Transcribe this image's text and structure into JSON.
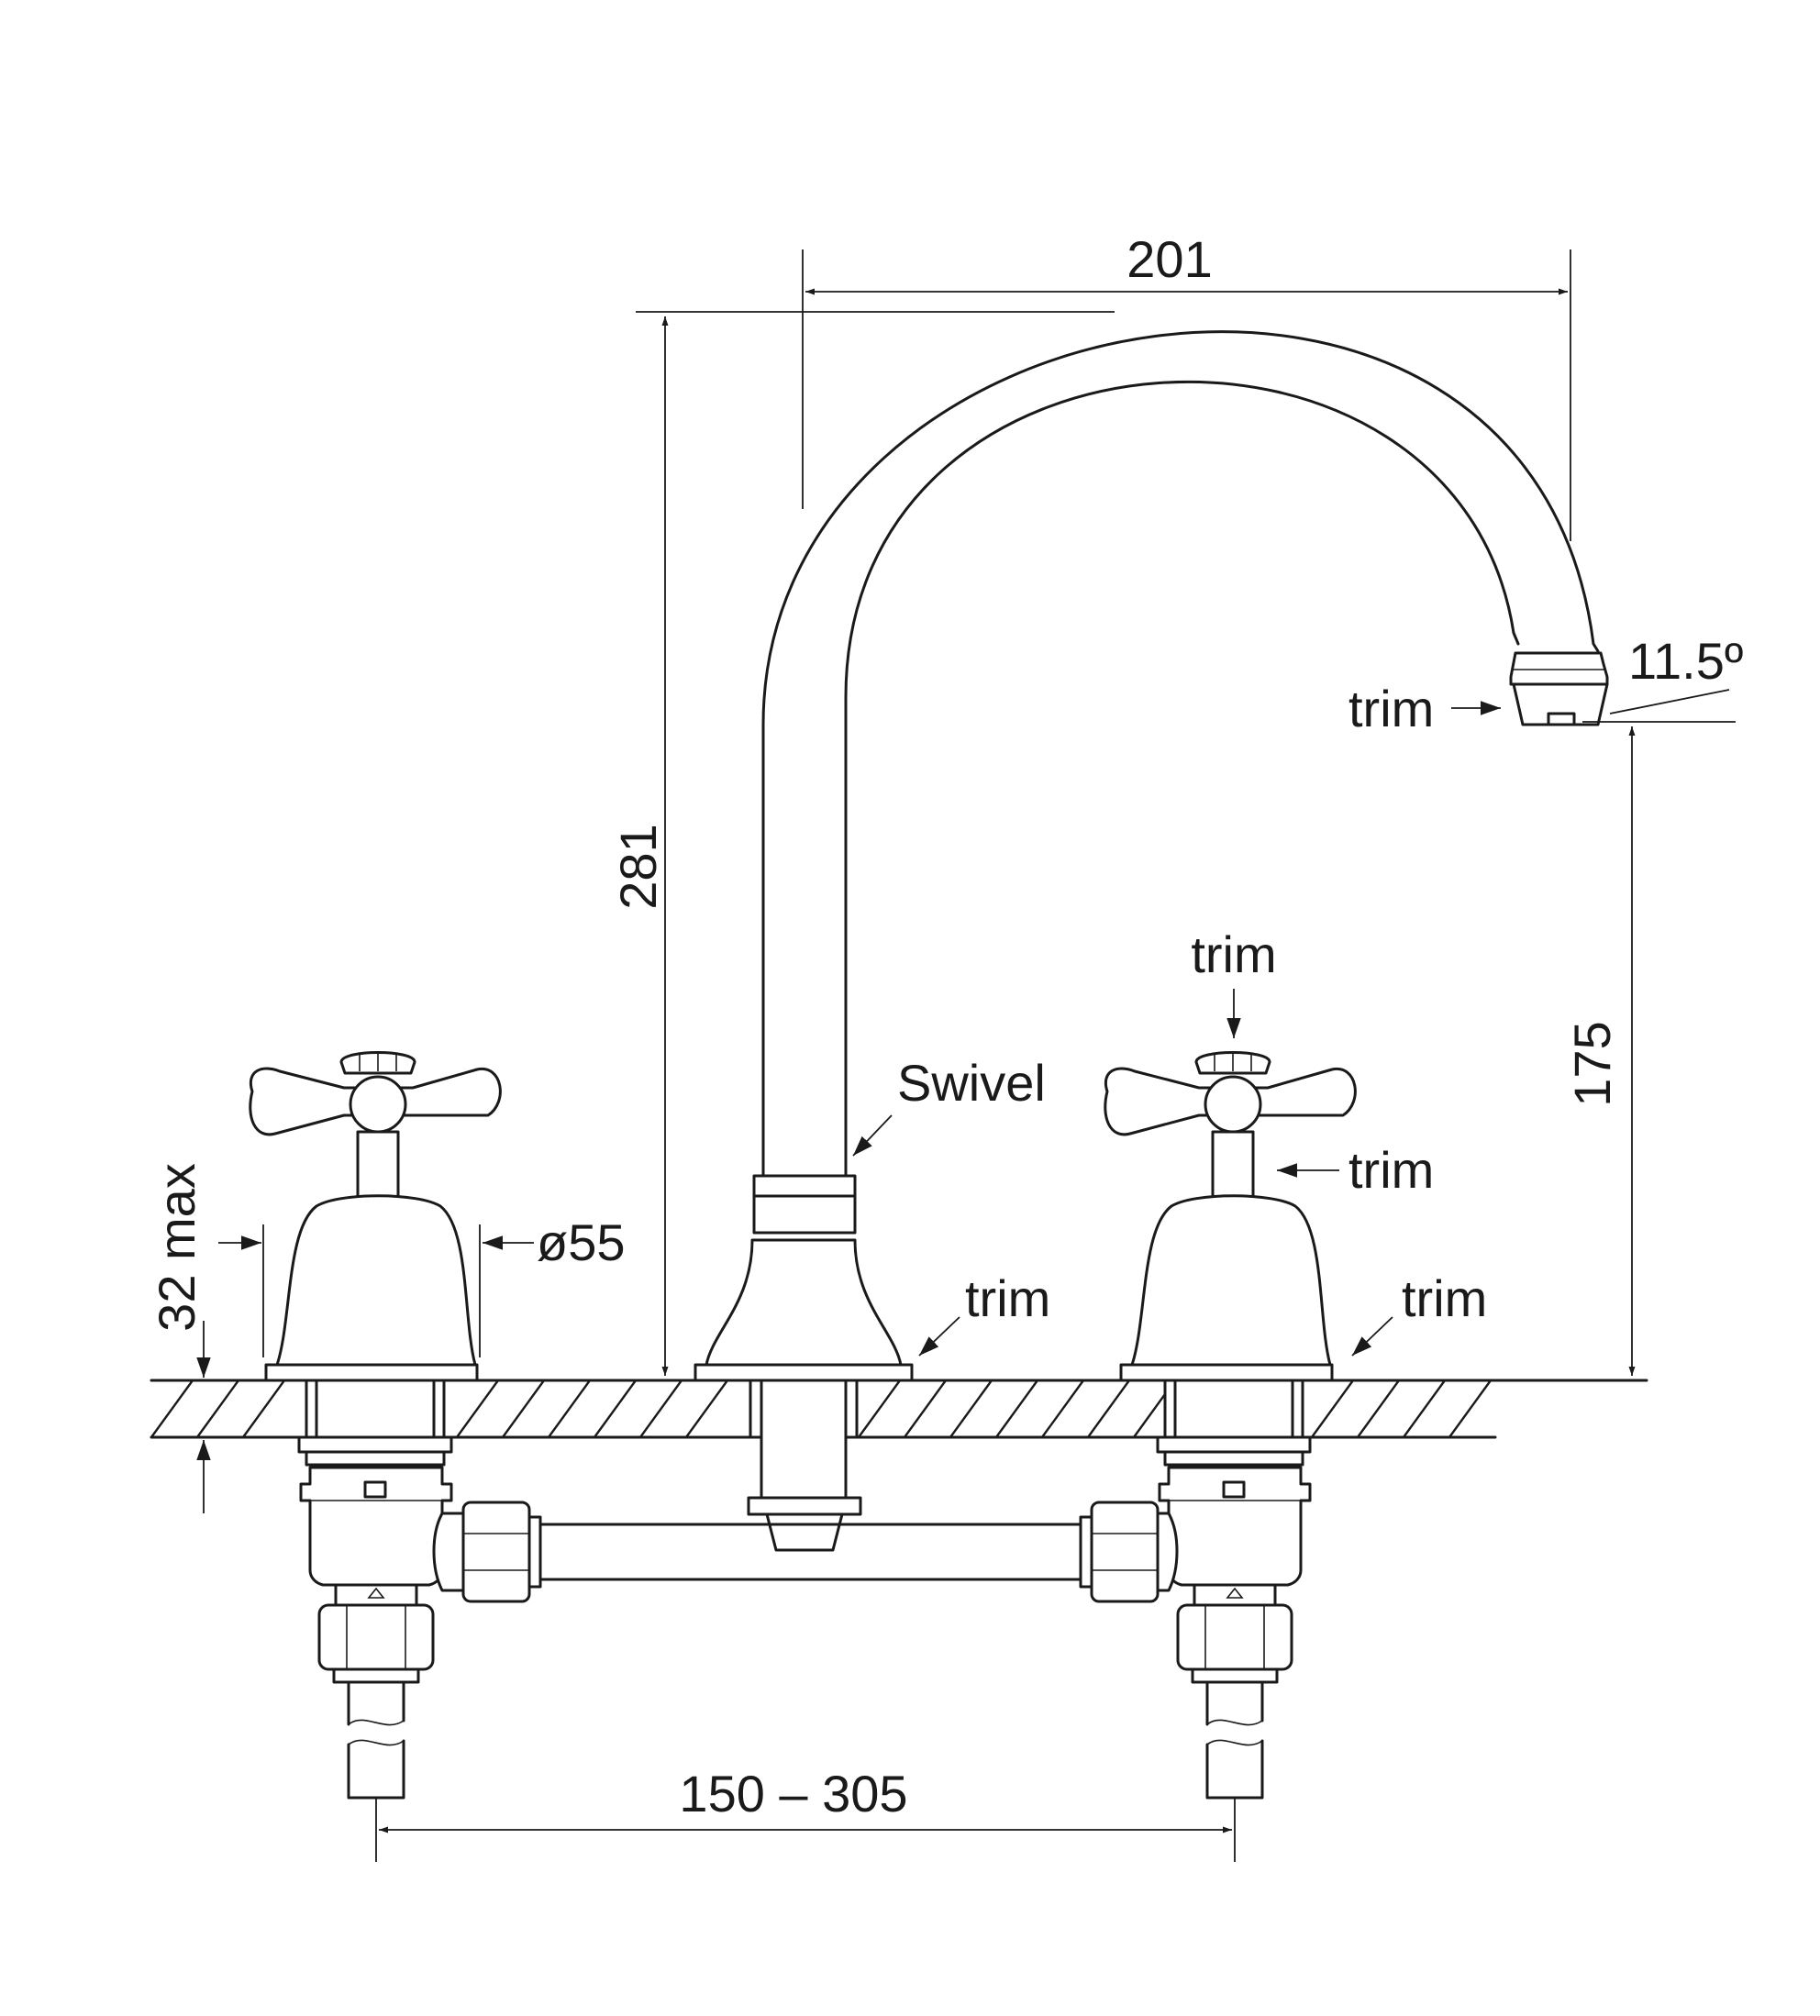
{
  "dimensions": {
    "spout_reach": "201",
    "overall_height": "281",
    "spout_outlet_height": "175",
    "spout_angle": "11.5º",
    "handle_diameter": "ø55",
    "mounting_thickness": "32 max",
    "tap_centres": "150 – 305"
  },
  "callouts": {
    "swivel": "Swivel",
    "trim": "trim"
  },
  "colors": {
    "line": "#1a1a1a",
    "background": "#ffffff"
  }
}
